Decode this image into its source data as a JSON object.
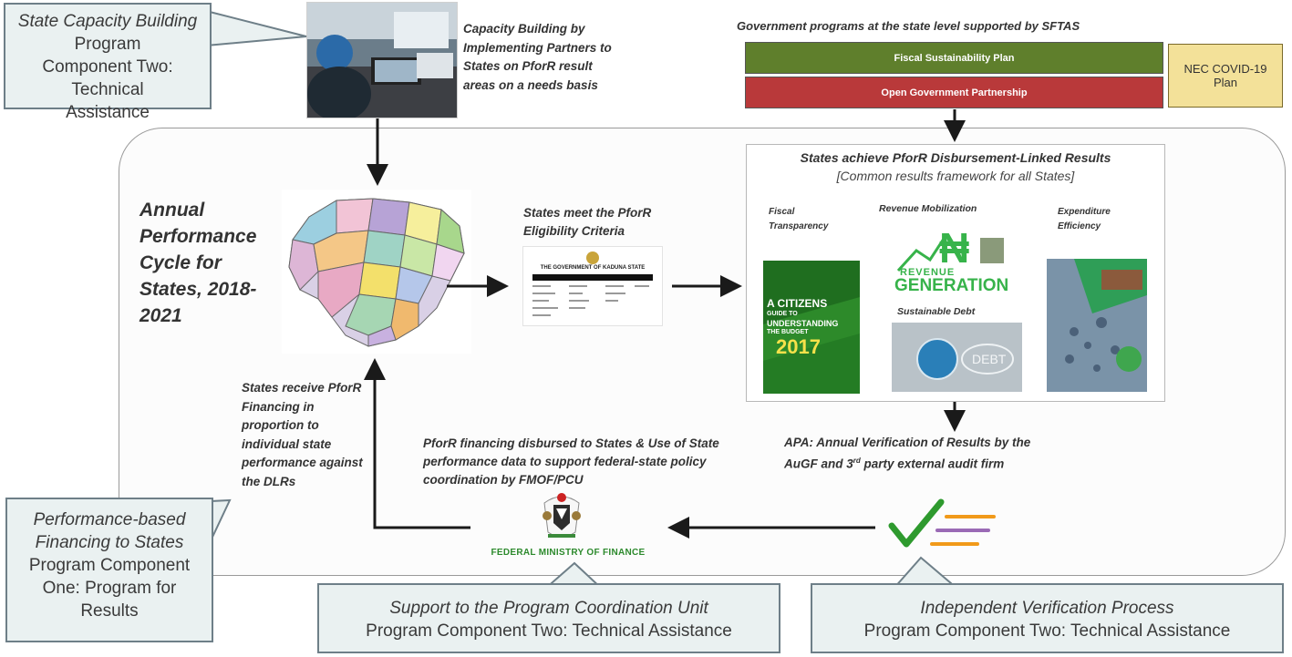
{
  "callouts": {
    "state_capacity": {
      "title": "State Capacity Building",
      "body": "Program Component Two: Technical Assistance"
    },
    "performance_based": {
      "title": "Performance-based Financing to States",
      "body": "Program Component One: Program for Results"
    },
    "support_pcu": {
      "title": "Support to the Program Coordination Unit",
      "body": "Program Component Two: Technical Assistance"
    },
    "independent": {
      "title": "Independent Verification Process",
      "body": "Program Component Two: Technical Assistance"
    }
  },
  "capacity_text": "Capacity Building by Implementing Partners to States on PforR result areas on a needs basis",
  "gov_programs": {
    "heading": "Government programs at the state level supported by SFTAS",
    "fiscal_plan": "Fiscal Sustainability Plan",
    "open_gov": "Open Government Partnership",
    "nec": "NEC COVID-19 Plan",
    "colors": {
      "fiscal": "#5f7f2c",
      "open_gov": "#b9393a",
      "nec": "#f3e199"
    }
  },
  "cycle_title": "Annual Performance Cycle for States, 2018-2021",
  "eligibility": "States meet the PforR Eligibility Criteria",
  "doc_header": "THE GOVERNMENT OF KADUNA STATE",
  "dlr": {
    "title": "States achieve PforR Disbursement-Linked Results",
    "subtitle": "[Common results framework for all States]",
    "fiscal_transparency": "Fiscal Transparency",
    "revenue_mobilization": "Revenue Mobilization",
    "expenditure_efficiency": "Expenditure Efficiency",
    "sustainable_debt": "Sustainable Debt",
    "citizens_guide": {
      "l1": "A CITIZENS",
      "l2": "GUIDE TO",
      "l3": "UNDERSTANDING",
      "l4": "THE BUDGET",
      "year": "2017"
    },
    "naira_symbol": "₦",
    "revenue_word": "REVENUE",
    "generation_word": "GENERATION",
    "debt_word": "DEBT"
  },
  "apa": {
    "line1": "APA: Annual Verification of Results by the",
    "line2_pre": "AuGF and 3",
    "line2_sup": "rd",
    "line2_post": " party external audit firm"
  },
  "financing_disbursed": "PforR financing disbursed to States & Use of State performance data to support federal-state policy coordination by FMOF/PCU",
  "states_receive": "States receive PforR Financing in proportion to individual state performance against the DLRs",
  "fmof": "FEDERAL MINISTRY OF FINANCE"
}
